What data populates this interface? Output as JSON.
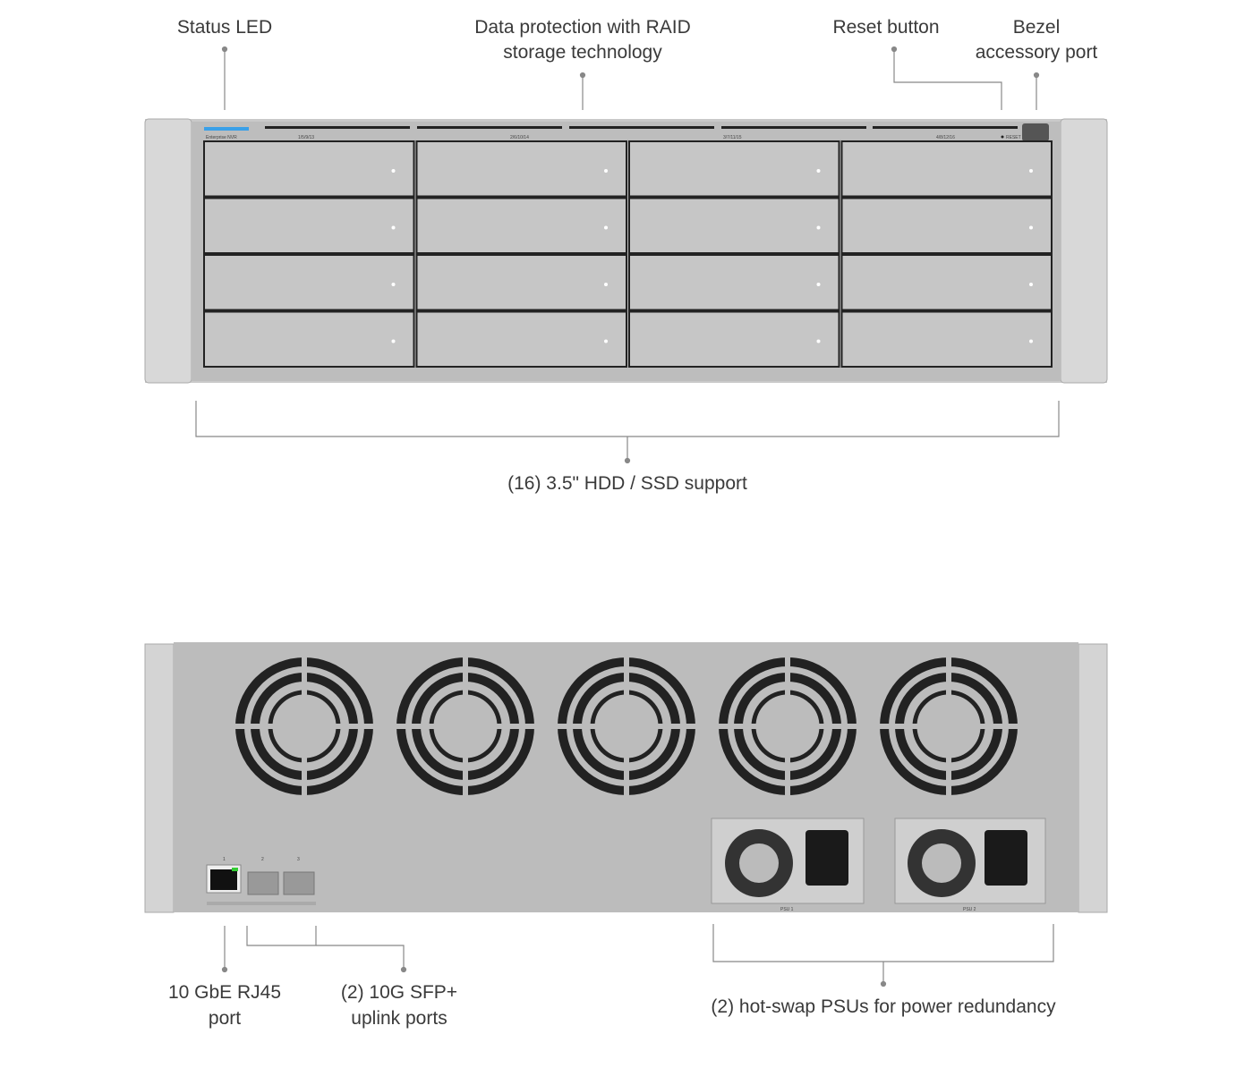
{
  "front": {
    "callouts": {
      "status_led": "Status LED",
      "raid_line1": "Data protection with RAID",
      "raid_line2": "storage technology",
      "reset": "Reset button",
      "bezel_line1": "Bezel",
      "bezel_line2": "accessory port",
      "drives": "(16) 3.5\" HDD / SSD support"
    },
    "panel": {
      "brand": "Enterprise NVR",
      "bay_groups": [
        "1/5/9/13",
        "2/6/10/14",
        "3/7/11/15",
        "4/8/12/16"
      ],
      "reset_label": "RESET"
    },
    "led_color": "#3aa0e8"
  },
  "rear": {
    "callouts": {
      "rj45_line1": "10 GbE RJ45",
      "rj45_line2": "port",
      "sfp_line1": "(2) 10G SFP+",
      "sfp_line2": "uplink ports",
      "psu": "(2) hot-swap PSUs for power redundancy"
    },
    "ports": [
      "1",
      "2",
      "3"
    ],
    "psus": [
      "PSU 1",
      "PSU 2"
    ],
    "fan_count": 5
  }
}
